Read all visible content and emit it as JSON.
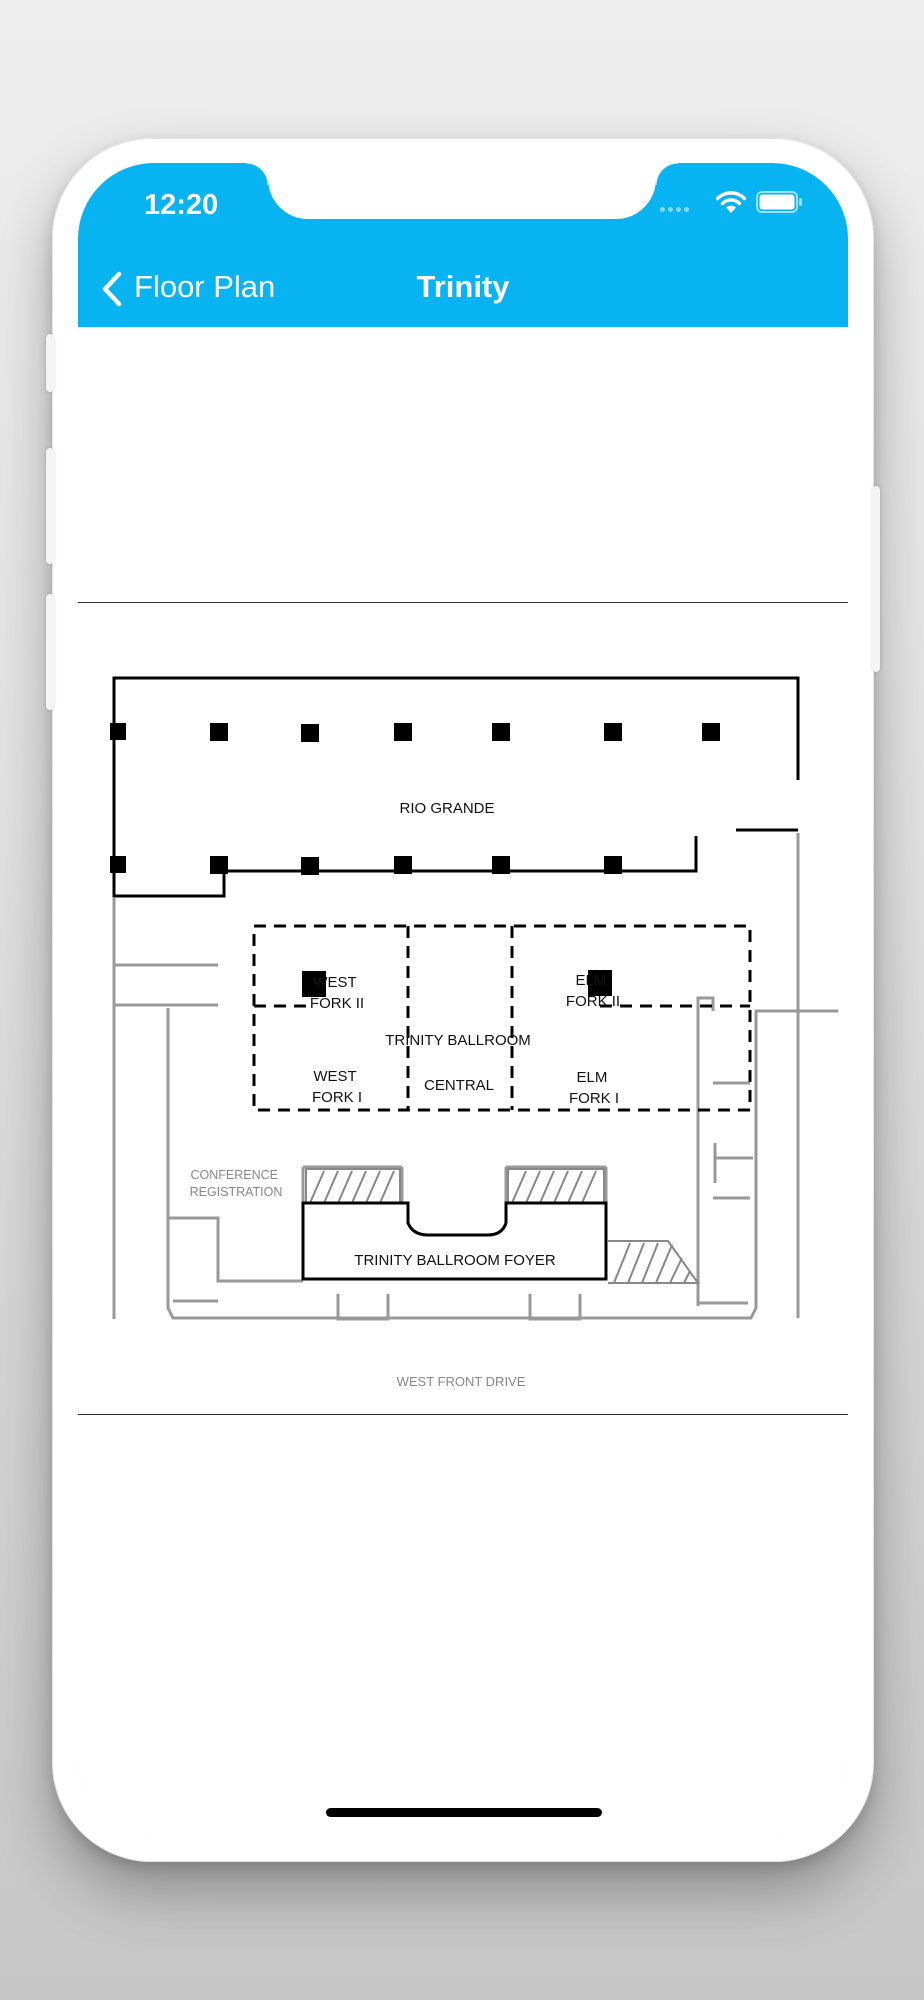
{
  "status_bar": {
    "time": "12:20"
  },
  "nav": {
    "back_label": "Floor Plan",
    "title": "Trinity",
    "bar_color": "#08b3f2"
  },
  "floor_plan": {
    "rooms": {
      "rio_grande": "RIO GRANDE",
      "west_fork_ii": [
        "WEST",
        "FORK II"
      ],
      "west_fork_i": [
        "WEST",
        "FORK I"
      ],
      "ballroom": "TRINITY BALLROOM",
      "central": "CENTRAL",
      "elm_fork_ii": [
        "ELM",
        "FORK II"
      ],
      "elm_fork_i": [
        "ELM",
        "FORK I"
      ],
      "foyer": "TRINITY BALLROOM FOYER",
      "registration": [
        "CONFERENCE",
        "REGISTRATION"
      ]
    },
    "street": "WEST FRONT DRIVE"
  },
  "icons": {
    "back": "chevron-left-icon",
    "wifi": "wifi-icon",
    "battery": "battery-icon"
  }
}
